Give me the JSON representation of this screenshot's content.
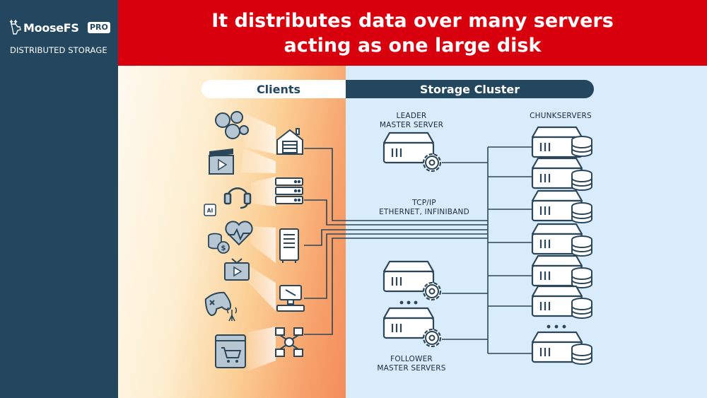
{
  "brand": {
    "name": "MooseFS",
    "badge": "PRO",
    "subtitle": "DISTRIBUTED STORAGE"
  },
  "title": "It distributes data over many servers acting as one large disk",
  "sections": {
    "clients": "Clients",
    "storage": "Storage Cluster"
  },
  "labels": {
    "leader_line1": "LEADER",
    "leader_line2": "MASTER SERVER",
    "chunkservers": "CHUNKSERVERS",
    "network_line1": "TCP/IP",
    "network_line2": "ETHERNET, INFINIBAND",
    "follower_line1": "FOLLOWER",
    "follower_line2": "MASTER SERVERS",
    "ai_badge": "AI"
  },
  "colors": {
    "sidebar": "#23475f",
    "title_bar": "#d9000d",
    "storage_bg": "#d8ecfb",
    "line": "#2b4658",
    "icon_light": "#b7c6d3"
  },
  "client_icons": [
    "social-media-icon",
    "video-clapper-icon",
    "headset-icon",
    "ai-chip-icon",
    "health-heart-icon",
    "finance-coins-icon",
    "tv-play-icon",
    "gamepad-icon",
    "antenna-icon",
    "shopping-cart-browser-icon"
  ],
  "client_devices": [
    "house-device",
    "server-rack-device",
    "server-tower-device",
    "workstation-device",
    "network-device"
  ]
}
